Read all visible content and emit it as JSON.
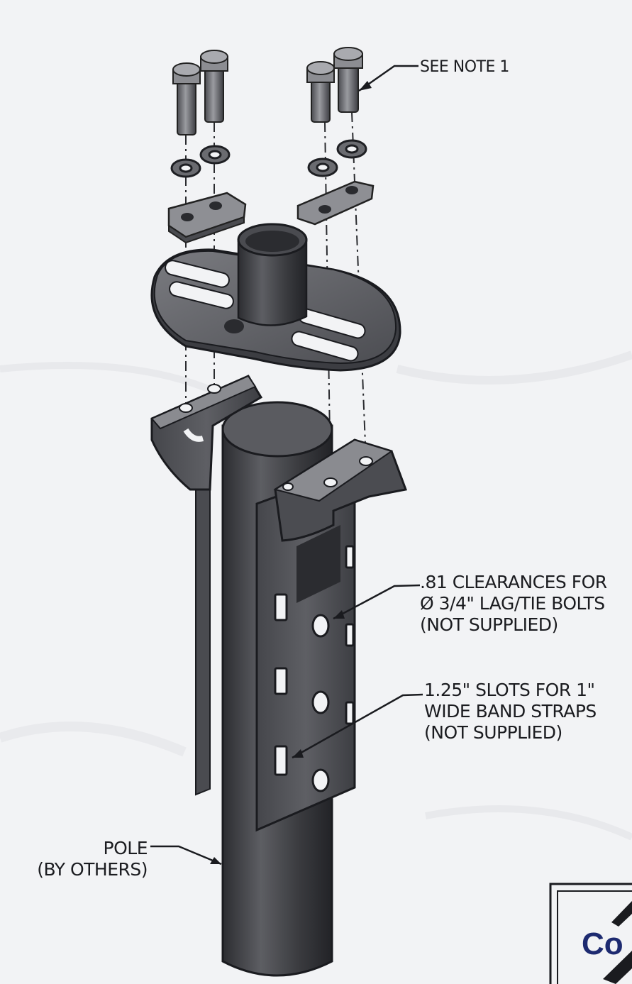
{
  "callouts": {
    "bolt_note": "SEE NOTE 1",
    "clearances": [
      ".81 CLEARANCES FOR",
      "Ø 3/4\" LAG/TIE BOLTS",
      "(NOT SUPPLIED)"
    ],
    "slots": [
      "1.25\" SLOTS FOR 1\"",
      "WIDE BAND STRAPS",
      "(NOT SUPPLIED)"
    ],
    "pole": [
      "POLE",
      "(BY OTHERS)"
    ]
  },
  "logo": {
    "text_fragment": "Co"
  },
  "colors": {
    "paper": "#f2f3f5",
    "ink": "#1b1c20",
    "metal_dark": "#3a3b3f",
    "metal_mid": "#5b5c61",
    "metal_light": "#8d8e93",
    "logo_blue": "#1d2a70"
  }
}
